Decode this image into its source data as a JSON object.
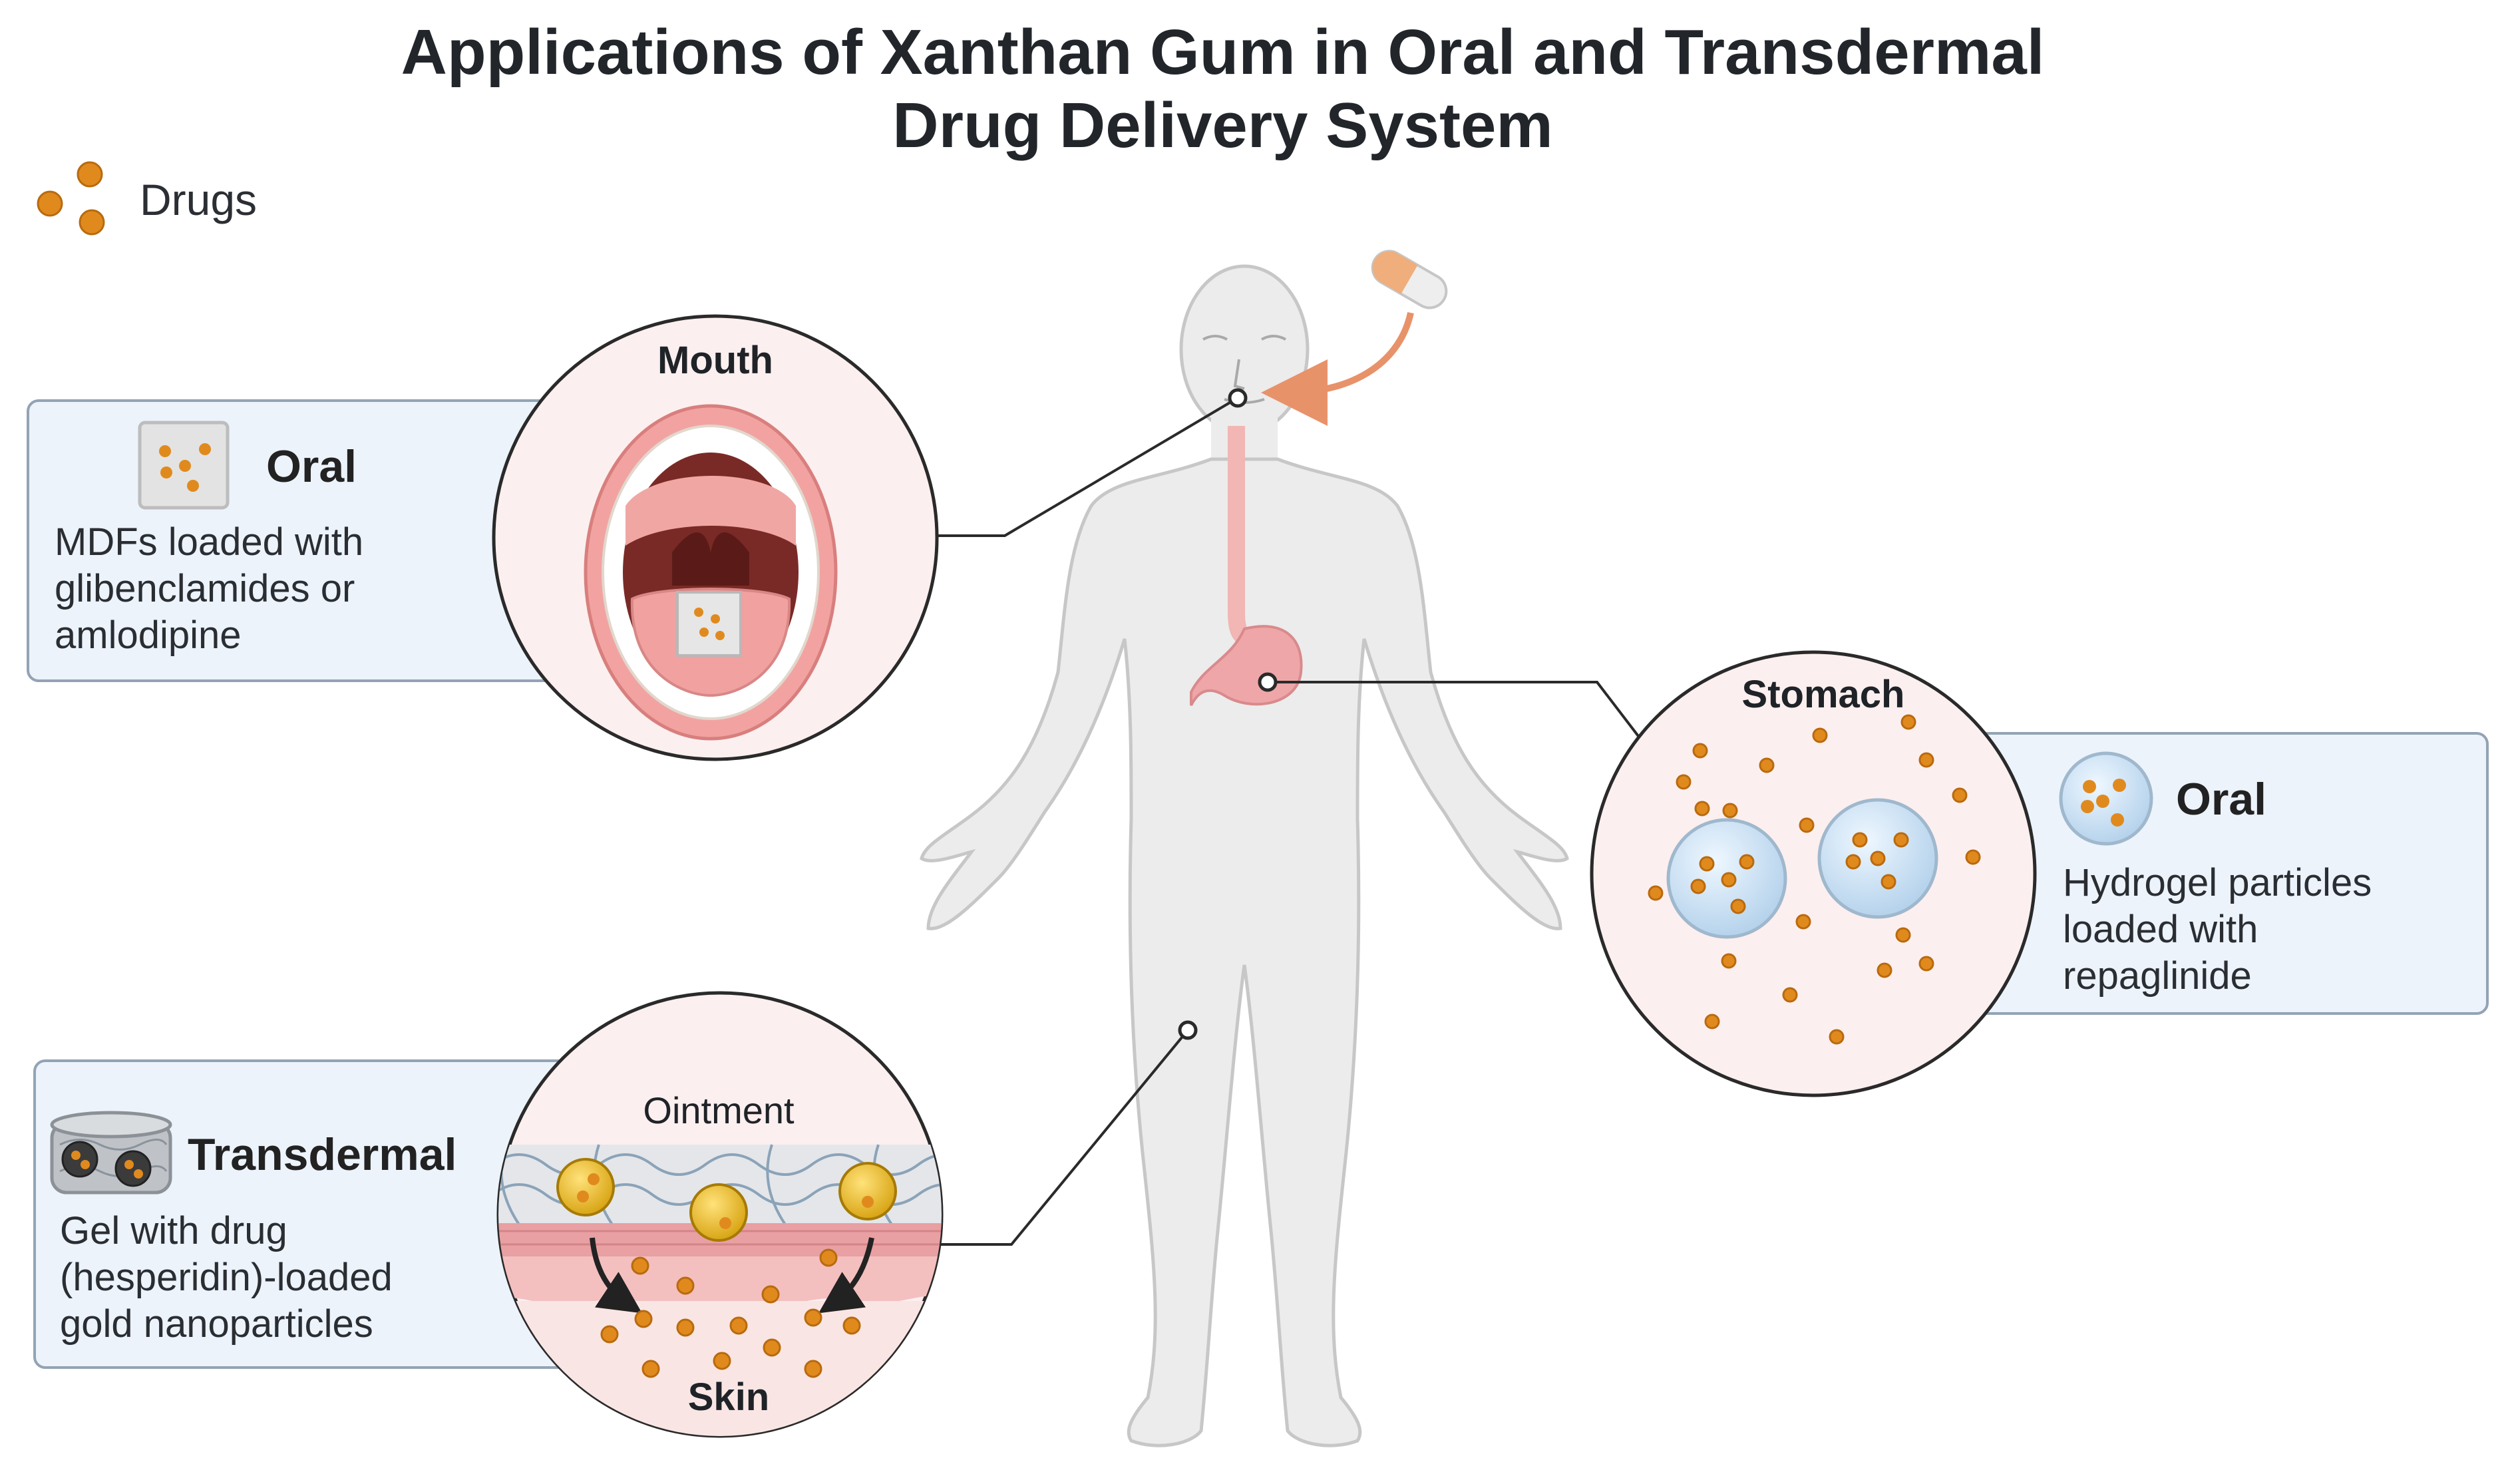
{
  "title": {
    "line1": "Applications of Xanthan Gum in Oral and Transdermal",
    "line2": "Drug Delivery System"
  },
  "legend": {
    "label": "Drugs",
    "icon": "drug-particles-icon"
  },
  "mouth": {
    "circle_label": "Mouth",
    "panel_heading": "Oral",
    "panel_lines": [
      "MDFs loaded with",
      "glibenclamides or",
      "amlodipine"
    ]
  },
  "stomach": {
    "circle_label": "Stomach",
    "panel_heading": "Oral",
    "panel_lines": [
      "Hydrogel particles",
      "loaded with",
      "repaglinide"
    ]
  },
  "skin": {
    "top_label": "Ointment",
    "circle_label": "Skin",
    "panel_heading": "Transdermal",
    "panel_lines": [
      "Gel with drug",
      "(hesperidin)-loaded",
      "gold nanoparticles"
    ]
  },
  "colors": {
    "drug": "#e08a1e",
    "panel_bg": "#ecf3fb",
    "circle_bg": "#fcefef",
    "tissue": "#efa6a8",
    "body": "#ececec"
  }
}
